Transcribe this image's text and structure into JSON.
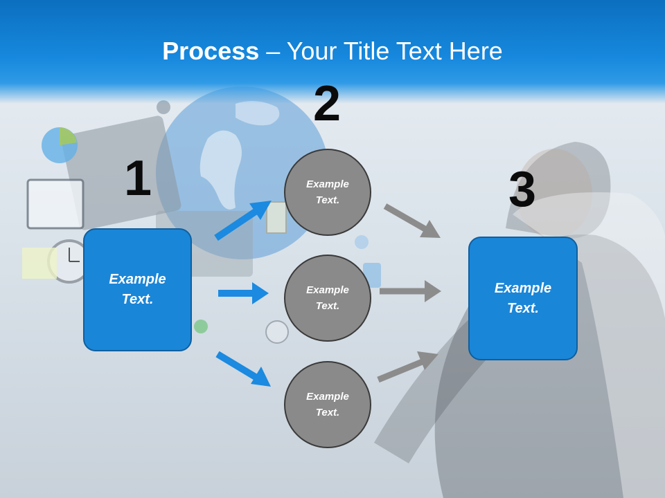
{
  "title": {
    "bold": "Process",
    "rest": " – Your Title Text Here"
  },
  "steps": {
    "n1": "1",
    "n2": "2",
    "n3": "3"
  },
  "nodes": {
    "box_left": {
      "line1": "Example",
      "line2": "Text."
    },
    "circle_top": {
      "line1": "Example",
      "line2": "Text."
    },
    "circle_middle": {
      "line1": "Example",
      "line2": "Text."
    },
    "circle_bottom": {
      "line1": "Example",
      "line2": "Text."
    },
    "box_right": {
      "line1": "Example",
      "line2": "Text."
    }
  },
  "colors": {
    "accent_blue": "#1a86d8",
    "circle_gray": "#8a8a8a",
    "arrow_blue": "#1b8ae0",
    "arrow_gray": "#8c8c8c"
  }
}
